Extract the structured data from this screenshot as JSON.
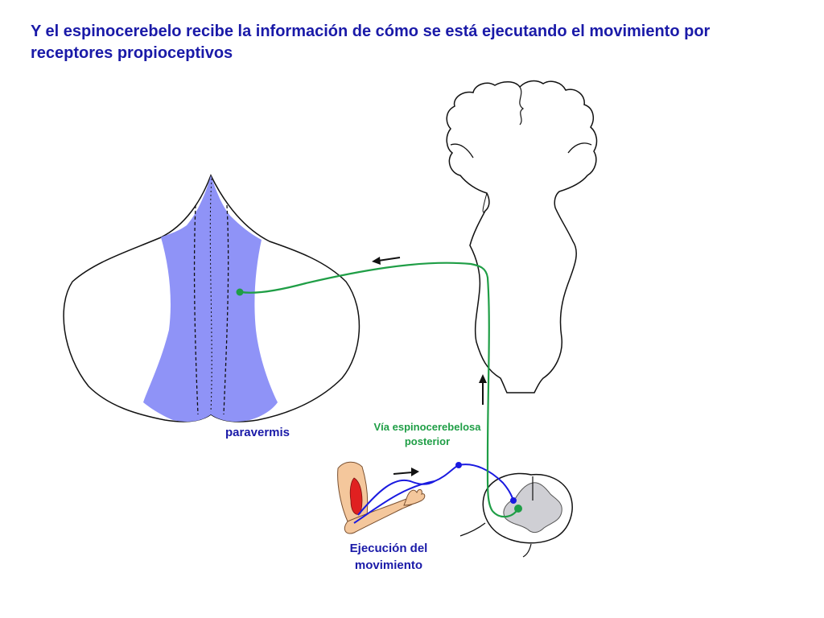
{
  "title": "Y el espinocerebelo recibe la información de cómo se está ejecutando el movimiento por receptores propioceptivos",
  "labels": {
    "paravermis": "paravermis",
    "via": "Vía espinocerebelosa posterior",
    "ejecucion": "Ejecución del movimiento"
  },
  "colors": {
    "title": "#1a1aa8",
    "paravermis_fill": "#8f93f7",
    "pathway_green": "#1f9e46",
    "neuron_blue": "#1a1ae0",
    "muscle_red": "#e02020"
  }
}
